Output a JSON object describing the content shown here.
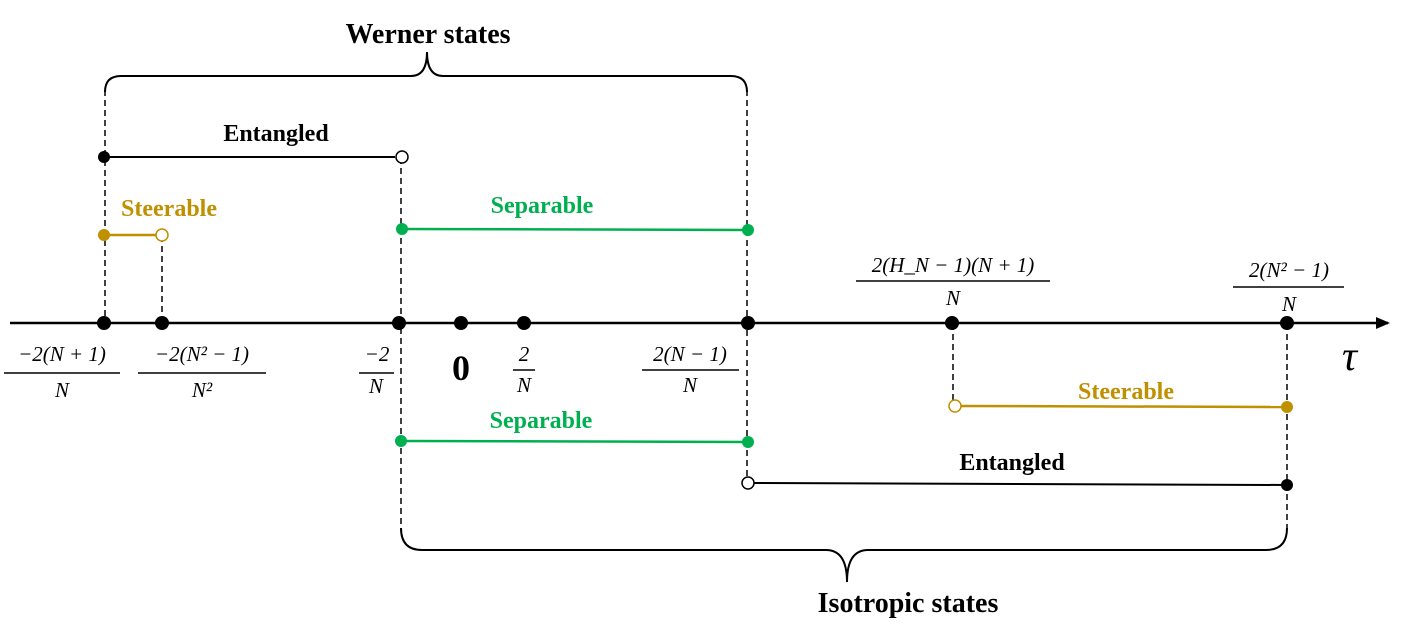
{
  "werner": {
    "title": "Werner states",
    "entangled_label": "Entangled",
    "steerable_label": "Steerable",
    "separable_label": "Separable"
  },
  "isotropic": {
    "title": "Isotropic states",
    "separable_label": "Separable",
    "steerable_label": "Steerable",
    "entangled_label": "Entangled"
  },
  "axis": {
    "variable": "τ",
    "zero_label": "0",
    "ticks": {
      "t1_num": "−2(N + 1)",
      "t1_den": "N",
      "t2_num": "−2(N² − 1)",
      "t2_den": "N²",
      "t3_num": "−2",
      "t3_den": "N",
      "t5_num": "2",
      "t5_den": "N",
      "t6_num": "2(N − 1)",
      "t6_den": "N",
      "t7_num": "2(H_N − 1)(N + 1)",
      "t7_den": "N",
      "t8_num": "2(N² − 1)",
      "t8_den": "N"
    }
  },
  "colors": {
    "black": "#000000",
    "steerable": "#bf9000",
    "separable": "#00b050"
  }
}
